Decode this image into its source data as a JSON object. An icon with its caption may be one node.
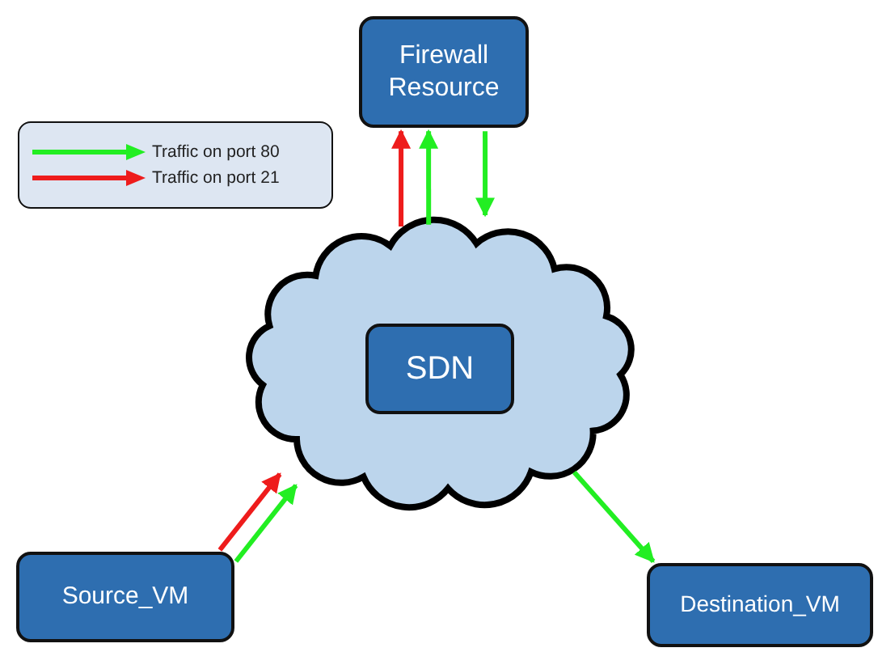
{
  "diagram": {
    "nodes": [
      {
        "text": [
          "Firewall Resource"
        ]
      },
      {
        "text": [],
        "shape": "cloud"
      },
      {
        "text": [
          "SDN"
        ],
        "in": 1
      },
      {
        "text": [
          "Source_VM"
        ]
      },
      {
        "text": [
          "Destination_VM"
        ]
      }
    ],
    "edges": [
      {
        "from": 1,
        "to": 0,
        "arrow": "to",
        "color": "#ee1c1c"
      },
      {
        "from": 1,
        "to": 0,
        "arrow": "to"
      },
      {
        "from": 0,
        "to": 1,
        "arrow": "to"
      },
      {
        "from": 3,
        "to": 1,
        "arrow": "to",
        "color": "#ee1c1c"
      },
      {
        "from": 3,
        "to": 1,
        "arrow": "to"
      },
      {
        "from": 1,
        "to": 4,
        "arrow": "to"
      }
    ],
    "legend": [
      {
        "text": "Traffic on port 80",
        "color": "#22ee22"
      },
      {
        "text": "Traffic on port 21",
        "color": "#ee1c1c"
      }
    ]
  }
}
